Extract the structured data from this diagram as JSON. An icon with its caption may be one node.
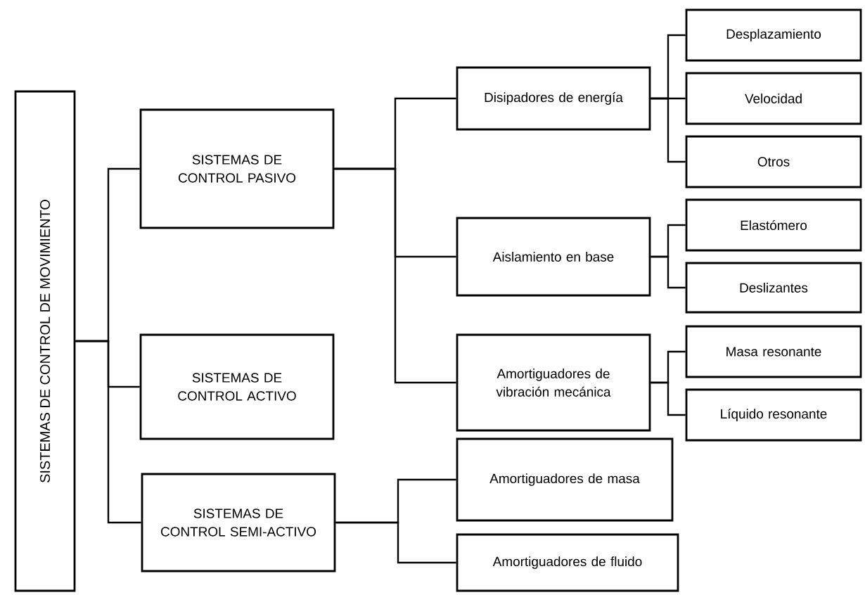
{
  "diagram": {
    "nodes": [
      {
        "text": [
          "SISTEMAS DE CONTROL DE MOVIMIENTO"
        ]
      },
      {
        "text": [
          "SISTEMAS DE CONTROL PASIVO"
        ]
      },
      {
        "text": [
          "SISTEMAS DE CONTROL ACTIVO"
        ]
      },
      {
        "text": [
          "SISTEMAS DE CONTROL SEMI-ACTIVO"
        ]
      },
      {
        "text": [
          "Disipadores de energía"
        ]
      },
      {
        "text": [
          "Aislamiento en base"
        ]
      },
      {
        "text": [
          "Amortiguadores de vibración mecánica"
        ]
      },
      {
        "text": [
          "Amortiguadores de masa"
        ]
      },
      {
        "text": [
          "Amortiguadores de fluido"
        ]
      },
      {
        "text": [
          "Desplazamiento"
        ]
      },
      {
        "text": [
          "Velocidad"
        ]
      },
      {
        "text": [
          "Otros"
        ]
      },
      {
        "text": [
          "Elastómero"
        ]
      },
      {
        "text": [
          "Deslizantes"
        ]
      },
      {
        "text": [
          "Masa resonante"
        ]
      },
      {
        "text": [
          "Líquido resonante"
        ]
      }
    ],
    "edges": [
      {
        "from": 0,
        "to": 1,
        "arrow": "none"
      },
      {
        "from": 0,
        "to": 2,
        "arrow": "none"
      },
      {
        "from": 0,
        "to": 3,
        "arrow": "none"
      },
      {
        "from": 1,
        "to": 4,
        "arrow": "none"
      },
      {
        "from": 1,
        "to": 5,
        "arrow": "none"
      },
      {
        "from": 1,
        "to": 6,
        "arrow": "none"
      },
      {
        "from": 3,
        "to": 7,
        "arrow": "none"
      },
      {
        "from": 3,
        "to": 8,
        "arrow": "none"
      },
      {
        "from": 4,
        "to": 9,
        "arrow": "none"
      },
      {
        "from": 4,
        "to": 10,
        "arrow": "none"
      },
      {
        "from": 4,
        "to": 11,
        "arrow": "none"
      },
      {
        "from": 5,
        "to": 12,
        "arrow": "none"
      },
      {
        "from": 5,
        "to": 13,
        "arrow": "none"
      },
      {
        "from": 6,
        "to": 14,
        "arrow": "none"
      },
      {
        "from": 6,
        "to": 15,
        "arrow": "none"
      }
    ]
  }
}
